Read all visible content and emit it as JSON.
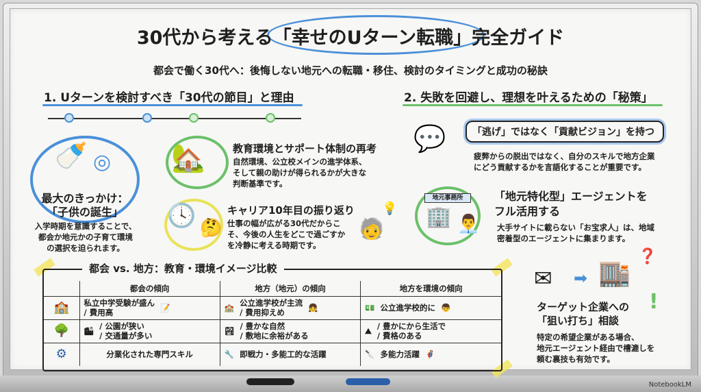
{
  "title": "30代から考える「幸せのUターン転職」完全ガイド",
  "subtitle": "都会で働く30代へ：後悔しない地元への転職・移住、検討のタイミングと成功の秘訣",
  "section1": {
    "heading": "1. Uターンを検討すべき「30代の節目」と理由",
    "main": {
      "title_line1": "最大のきっかけ：",
      "title_line2": "「子供の誕生」",
      "body": [
        "入学時期を意識することで、",
        "都会か地元かの子育て環境",
        "の選択を迫られます。"
      ]
    },
    "items": [
      {
        "title": "教育環境とサポート体制の再考",
        "body": [
          "自然環境、公立校メインの進学体系、",
          "そして親の助けが得られるかが大きな",
          "判断基準です。"
        ]
      },
      {
        "title": "キャリア10年目の振り返り",
        "body": [
          "仕事の幅が広がる30代だからこ",
          "そ、今後の人生をどこで過ごすか",
          "を冷静に考える時期です。"
        ]
      }
    ]
  },
  "section2": {
    "heading": "2. 失敗を回避し、理想を叶えるための「秘策」",
    "items": [
      {
        "title": "「逃げ」ではなく「貢献ビジョン」を持つ",
        "body": [
          "疲弊からの脱出ではなく、自分のスキルで地方企業",
          "にどう貢献するかを言語化することが重要です。"
        ]
      },
      {
        "title_line1": "「地元特化型」エージェントを",
        "title_line2": "フル活用する",
        "sign": "地元事務所",
        "body": [
          "大手サイトに載らない「お宝求人」は、地域",
          "密着型のエージェントに集まります。"
        ]
      },
      {
        "title_line1": "ターゲット企業への",
        "title_line2": "「狙い打ち」相談",
        "body": [
          "特定の希望企業がある場合、",
          "地元エージェント経由で槽漉しを",
          "頼む裏技も有効です。"
        ]
      }
    ]
  },
  "comparison": {
    "title": "都会 vs. 地方：教育・環境イメージ比較",
    "headers": [
      "都会の傾向",
      "地方（地元）の傾向",
      "地方を環境の傾向"
    ],
    "rows": [
      [
        [
          "私立中学受験が盛ん",
          "/ 費用高"
        ],
        [
          "公立進学校が主流",
          "/ 費用抑えめ"
        ],
        [
          "公立進学校的に"
        ]
      ],
      [
        [
          "/ 公園が狭い",
          "/ 交通量が多い"
        ],
        [
          "/ 豊かな自然",
          "/ 敷地に余裕がある"
        ],
        [
          "/ 豊かにから生活で",
          "/ 費格のある"
        ]
      ],
      [
        [
          "分業化された専門スキル"
        ],
        [
          "即戦力・多能工的な活躍"
        ],
        [
          "多能力活躍"
        ]
      ]
    ]
  },
  "branding": "NotebookLM",
  "colors": {
    "blue": "#4a90d9",
    "green": "#6cc06a",
    "yellow": "#e8e25a"
  }
}
